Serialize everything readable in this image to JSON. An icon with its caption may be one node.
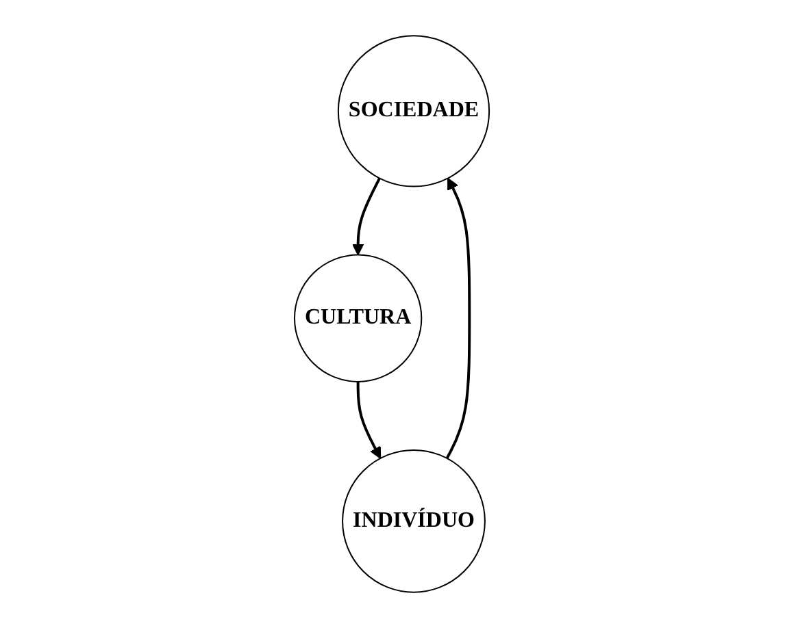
{
  "diagram": {
    "nodes": [
      {
        "text": [
          "SOCIEDADE"
        ]
      },
      {
        "text": [
          "INDIVÍDUO"
        ]
      },
      {
        "text": [
          "CULTURA"
        ]
      }
    ],
    "edges": [
      {
        "from": 1,
        "to": 0,
        "arrow": "to"
      },
      {
        "from": 0,
        "to": 2,
        "arrow": "to"
      },
      {
        "from": 2,
        "to": 1,
        "arrow": "to"
      }
    ]
  }
}
